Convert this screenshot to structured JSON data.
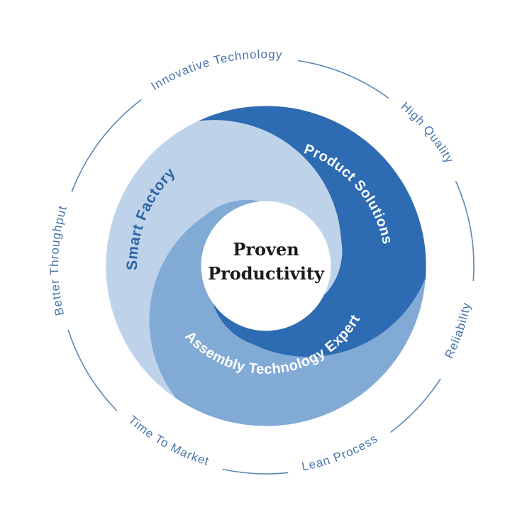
{
  "title": "Proven Productivity",
  "colors": {
    "background": "#ffffff",
    "blade_dark": "#2d6bb2",
    "blade_medium": "#81aad5",
    "blade_light": "#bed3e9",
    "label_on_dark": "#ffffff",
    "label_on_medium": "#ffffff",
    "label_on_light": "#2b63a5",
    "outer_label": "#4875ab",
    "ring_stroke": "#5b87b5",
    "center_text": "#1a1a1a"
  },
  "center": {
    "line1": "Proven",
    "line2": "Productivity"
  },
  "blades": [
    {
      "label": "Product Solutions"
    },
    {
      "label": "Smart Factory"
    },
    {
      "label": "Assembly Technology Expert"
    }
  ],
  "outer_labels": [
    {
      "label": "Innovative Technology",
      "position": "top-left"
    },
    {
      "label": "High Quality",
      "position": "top-right"
    },
    {
      "label": "Reliability",
      "position": "right"
    },
    {
      "label": "Lean Process",
      "position": "bottom-right"
    },
    {
      "label": "Time To Market",
      "position": "bottom-left"
    },
    {
      "label": "Better Throughput",
      "position": "left"
    }
  ]
}
